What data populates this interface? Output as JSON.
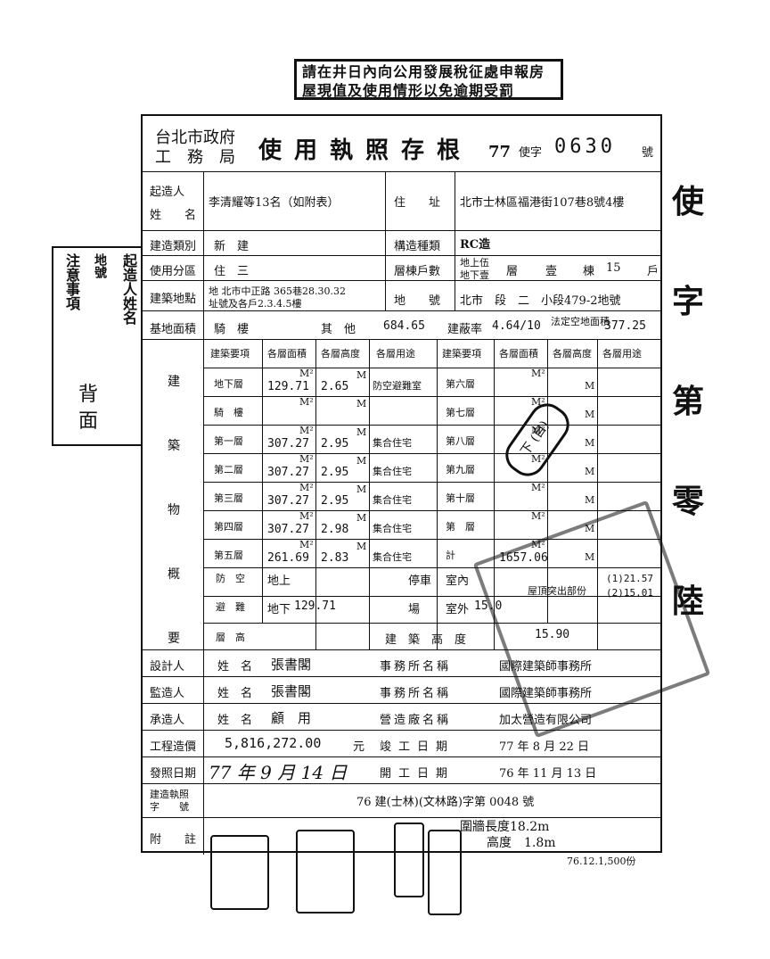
{
  "notice": {
    "line1": "請在井日內向公用發展稅征處申報房",
    "line2": "屋現值及使用情形以免逾期受罰"
  },
  "header": {
    "org1": "台北市政府",
    "org2": "工　務　局",
    "title": "使用執照存根",
    "year": "77",
    "prefix": "使字",
    "number": "0630",
    "suffix": "號"
  },
  "rows": {
    "applicant_label1": "起造人",
    "applicant_label2": "姓　　名",
    "applicant_name": "李清耀等13名（如附表）",
    "address_label": "住　　址",
    "address": "北市士林區福港街107巷8號4樓",
    "build_type_label": "建造類別",
    "build_type": "新　建",
    "structure_label": "構造種類",
    "structure": "RC造",
    "zone_label": "使用分區",
    "zone": "住　三",
    "floors_label": "層棟戶數",
    "floors_above": "地上伍",
    "floors_below": "地下壹",
    "floors_layer": "層",
    "floors_count": "壹",
    "floors_dong": "棟",
    "households": "15",
    "floors_hu": "戶",
    "site_label": "建築地點",
    "site1": "地 北市中正路 365巷28.30.32",
    "site2": "址號及各戶2.3.4.5樓",
    "lot_label": "地　　號",
    "lot": "北市　段　二　小段479-2地號",
    "base_area_label": "基地面積",
    "riding_label": "騎　樓",
    "other_label": "其　他",
    "other_area": "684.65",
    "coverage_label": "建蔽率",
    "coverage": "4.64/10",
    "legal_area_label": "法定空地面積",
    "legal_area": "377.25"
  },
  "floor_table": {
    "headers_left": [
      "建築要項",
      "各層面積",
      "各層高度",
      "各層用途"
    ],
    "headers_right": [
      "建築要項",
      "各層面積",
      "各層高度",
      "各層用途"
    ],
    "left": [
      {
        "name": "地下層",
        "area": "129.71",
        "height": "2.65",
        "use": "防空避難室"
      },
      {
        "name": "騎　樓",
        "area": "",
        "height": "",
        "use": ""
      },
      {
        "name": "第一層",
        "area": "307.27",
        "height": "2.95",
        "use": "集合住宅"
      },
      {
        "name": "第二層",
        "area": "307.27",
        "height": "2.95",
        "use": "集合住宅"
      },
      {
        "name": "第三層",
        "area": "307.27",
        "height": "2.95",
        "use": "集合住宅"
      },
      {
        "name": "第四層",
        "area": "307.27",
        "height": "2.98",
        "use": "集合住宅"
      },
      {
        "name": "第五層",
        "area": "261.69",
        "height": "2.83",
        "use": "集合住宅"
      }
    ],
    "right": [
      {
        "name": "第六層"
      },
      {
        "name": "第七層"
      },
      {
        "name": "第八層"
      },
      {
        "name": "第九層"
      },
      {
        "name": "第十層"
      },
      {
        "name": "第　層"
      },
      {
        "name": "計",
        "area": "1657.06"
      }
    ],
    "side_chars": [
      "建",
      "築",
      "物",
      "概",
      "要"
    ],
    "unit_m2": "M²",
    "unit_m": "M",
    "shelter_label1": "防　空",
    "shelter_label2": "避　難",
    "shelter_above": "地上",
    "shelter_below": "地下",
    "shelter_below_area": "129.71",
    "parking_label1": "停車",
    "parking_label2": "場",
    "parking_in": "室內",
    "parking_out": "室外",
    "parking_out_area": "15.0",
    "eave_label": "屋頂突出部份",
    "eave1": "(1)21.57",
    "eave2": "(2)15.01",
    "floor_height_label": "層　高",
    "building_height_label": "建　築　高　度",
    "building_height": "15.90"
  },
  "people": [
    {
      "role": "設計人",
      "name_label": "姓　名",
      "name": "張書閣",
      "office_label": "事務所名稱",
      "office": "國際建築師事務所"
    },
    {
      "role": "監造人",
      "name_label": "姓　名",
      "name": "張書閣",
      "office_label": "事務所名稱",
      "office": "國際建築師事務所"
    },
    {
      "role": "承造人",
      "name_label": "姓　名",
      "name": "顧　用",
      "office_label": "營造廠名稱",
      "office": "加太營造有限公司"
    }
  ],
  "cost": {
    "label": "工程造價",
    "value": "5,816,272.00",
    "unit": "元",
    "complete_label": "竣工日期",
    "complete": "77 年 8 月 22 日"
  },
  "issue": {
    "label": "發照日期",
    "value": "77 年 9 月 14 日",
    "start_label": "開工日期",
    "start": "76 年 11 月 13 日"
  },
  "permit": {
    "label1": "建造執照",
    "label2": "字　　號",
    "value": "76 建(士林)(文林路)字第 0048 號"
  },
  "notes": {
    "label": "附　　註",
    "wall_len": "圍牆長度18.2m",
    "wall_h": "高度　1.8m",
    "print": "76.12.1,500份"
  },
  "side_box": {
    "cols": [
      "起造人姓名",
      "地號　　",
      "注意事項"
    ],
    "back": "背面"
  },
  "right_edge": [
    "使",
    "字",
    "第",
    "零",
    "陸"
  ],
  "date_stamp": "下 (自)"
}
